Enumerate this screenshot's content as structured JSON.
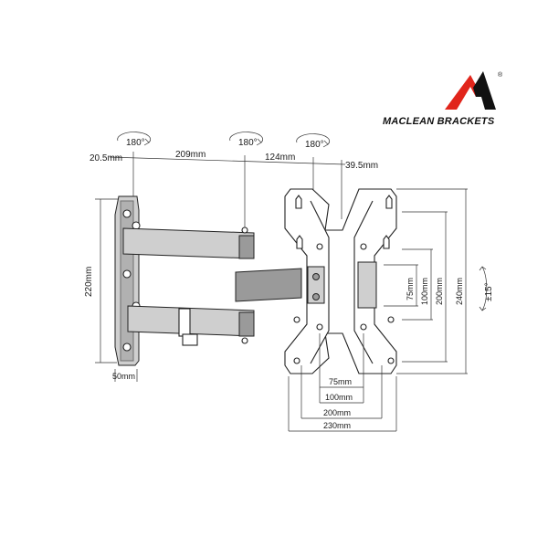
{
  "brand": {
    "name": "MACLEAN BRACKETS",
    "registered_mark": "®",
    "logo_colors": {
      "red": "#e1251b",
      "black": "#111111"
    }
  },
  "rotation_badges": [
    "180°",
    "180°",
    "180°"
  ],
  "dimensions": {
    "top_offset_left": "20.5mm",
    "arm_segment_1": "209mm",
    "arm_segment_2": "124mm",
    "top_offset_right": "39.5mm",
    "wall_plate_height": "220mm",
    "wall_plate_width": "50mm",
    "vesa_h_75": "75mm",
    "vesa_h_100": "100mm",
    "vesa_h_200": "200mm",
    "plate_width": "230mm",
    "vesa_v_75": "75mm",
    "vesa_v_100": "100mm",
    "vesa_v_200": "200mm",
    "plate_height": "240mm",
    "tilt": "±15°"
  },
  "colors": {
    "line": "#222222",
    "metal_dark": "#9a9a9a",
    "metal_light": "#cfcfcf",
    "logo_red": "#e1251b"
  }
}
